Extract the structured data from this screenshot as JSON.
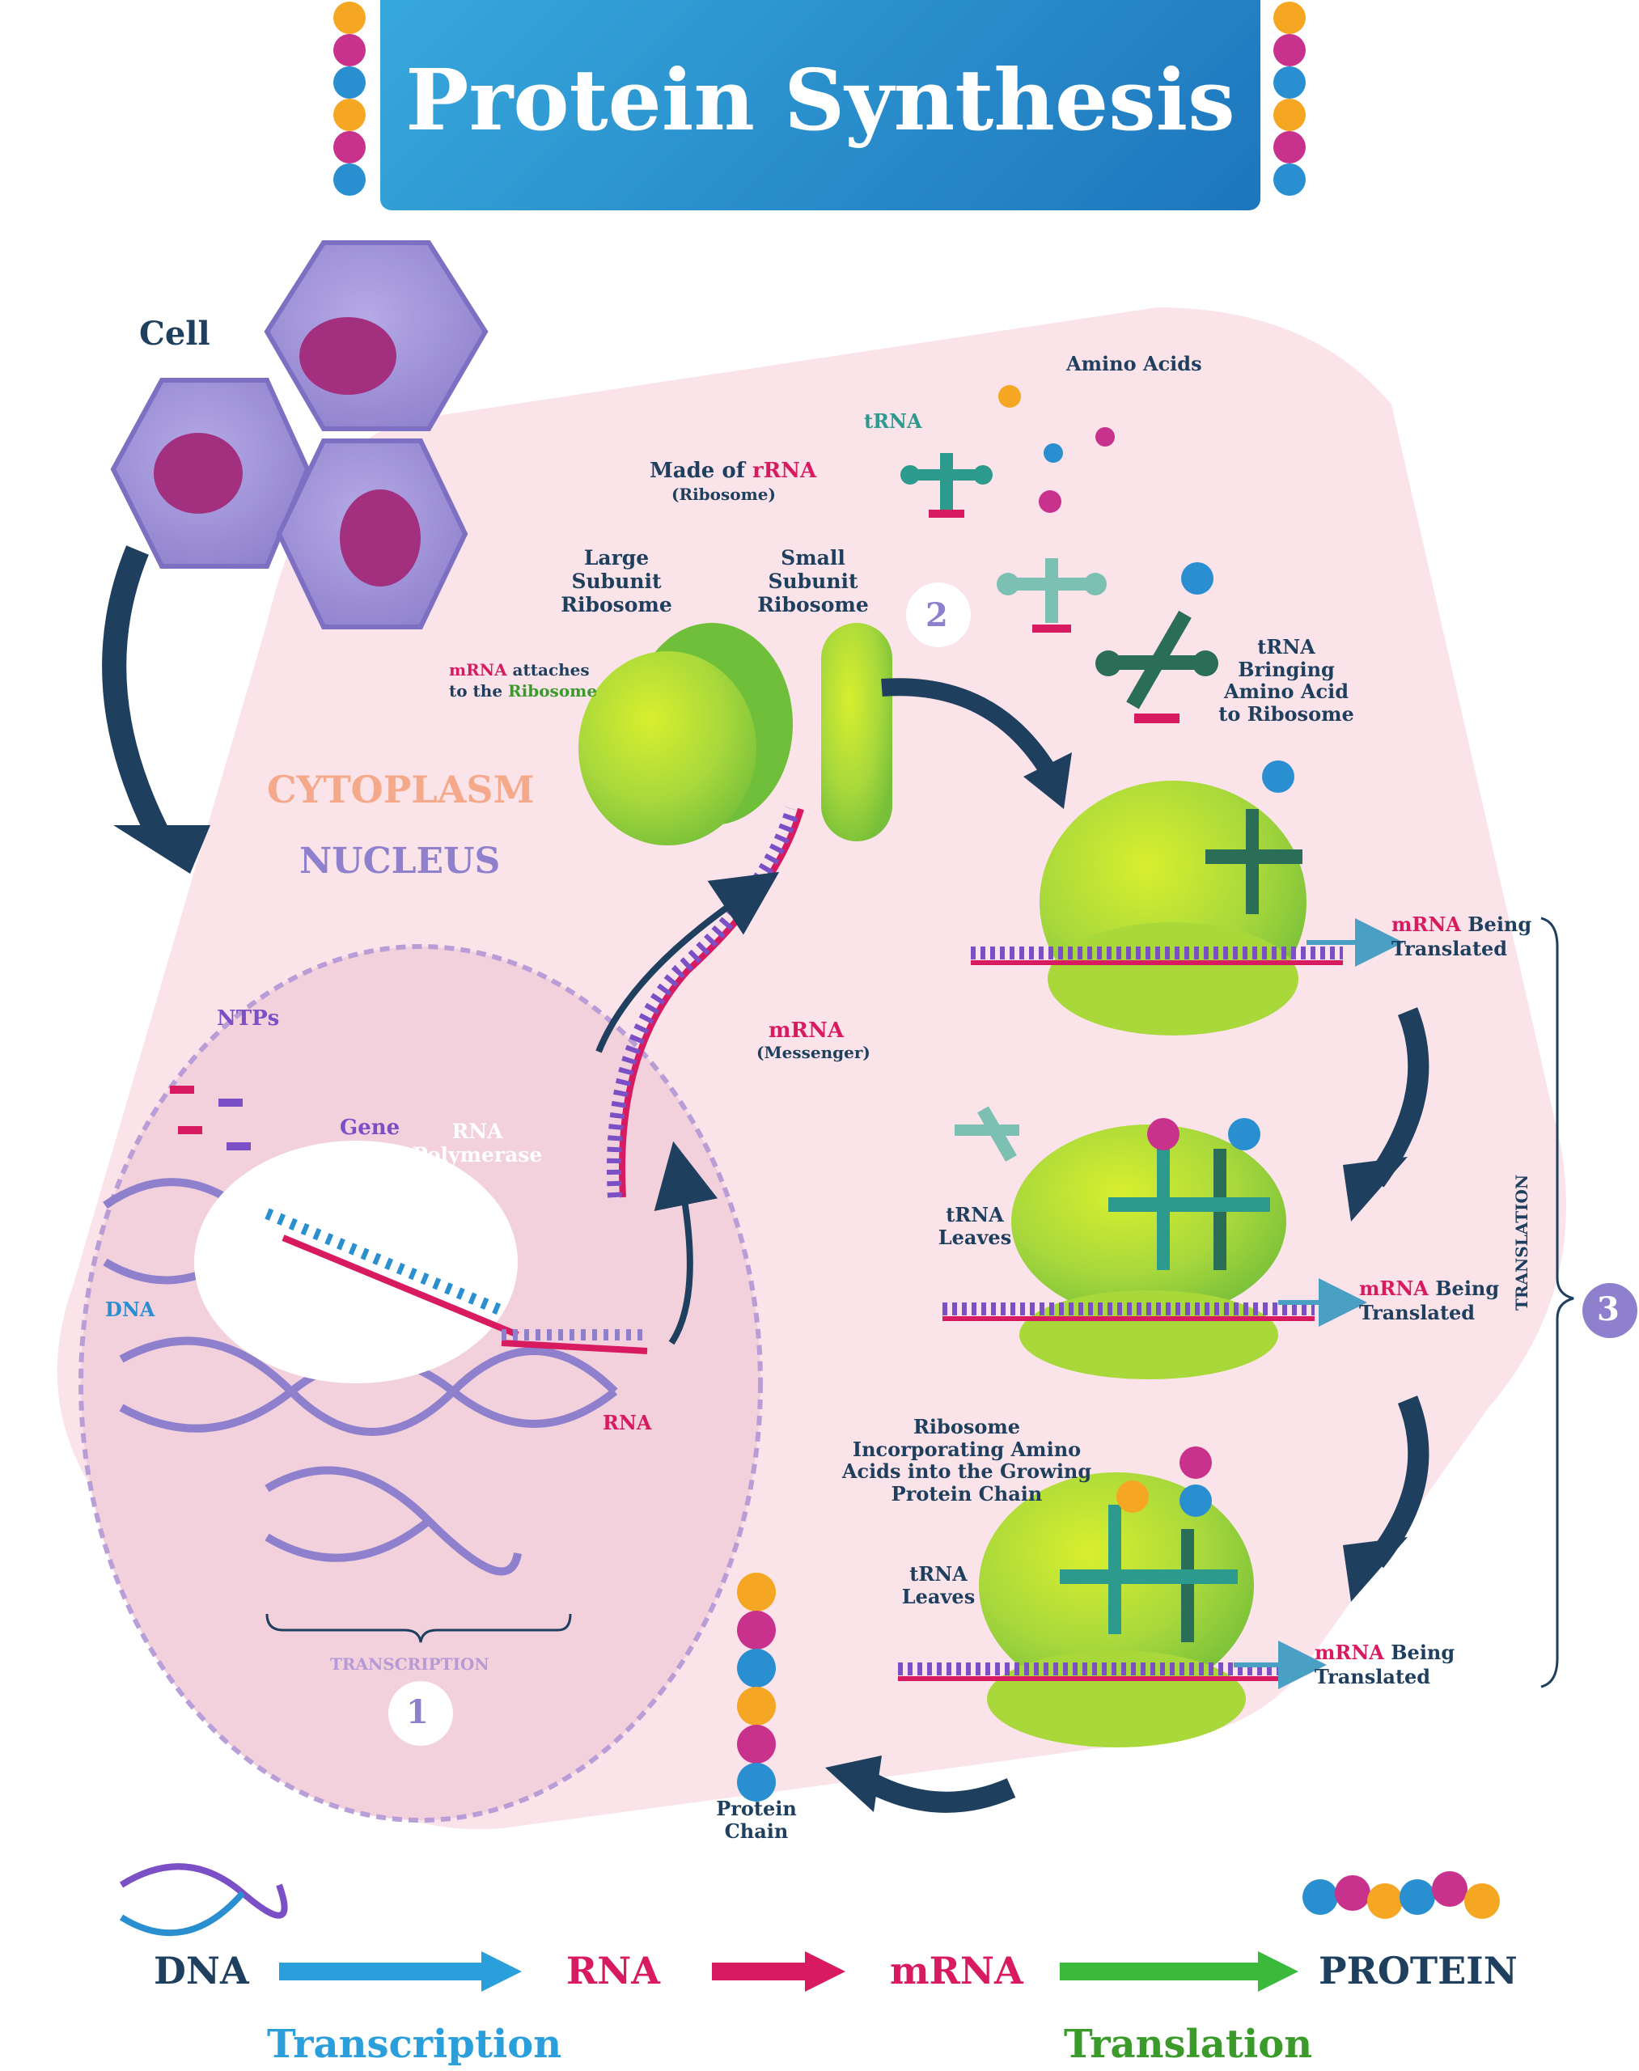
{
  "title": "Protein Synthesis",
  "labels": {
    "cell": "Cell",
    "cytoplasm": "CYTOPLASM",
    "nucleus": "NUCLEUS",
    "ntps": "NTPs",
    "gene": "Gene",
    "rna_polymerase": "RNA Polymerase",
    "dna": "DNA",
    "rna": "RNA",
    "mrna_word": "mRNA",
    "mrna_messenger": "(Messenger)",
    "made_of": "Made of ",
    "rrna": "rRNA",
    "ribosome_paren": "(Ribosome)",
    "large_subunit": "Large Subunit Ribosome",
    "small_subunit": "Small Subunit Ribosome",
    "mrna_attaches_1": " attaches",
    "mrna_attaches_2": "to the ",
    "ribosome_word": "Ribosome",
    "amino_acids": "Amino Acids",
    "trna": "tRNA",
    "trna_bringing": "tRNA Bringing Amino Acid to Ribosome",
    "being_translated_1": " Being",
    "being_translated_2": "Translated",
    "trna_leaves": "tRNA Leaves",
    "incorporating": "Ribosome Incorporating Amino Acids into the Growing Protein Chain",
    "protein_chain": "Protein Chain",
    "transcription_small": "TRANSCRIPTION",
    "translation_small": "TRANSLATION",
    "step1": "1",
    "step2": "2",
    "step3": "3"
  },
  "flow": {
    "dna": "DNA",
    "rna": "RNA",
    "mrna": "mRNA",
    "protein": "PROTEIN",
    "transcription": "Transcription",
    "translation": "Translation"
  },
  "colors": {
    "navy": "#1f3f5e",
    "magenta": "#d81b60",
    "rna_green": "#3a9a2a",
    "trna_teal": "#2d9a8e",
    "dna_blue": "#2a8fd0",
    "title_blue": "#2a8fd0",
    "cytoplasm_pink": "#fbe3ea",
    "ribosome_green": "#9fd43a",
    "cell_purple": "#9b8fd6"
  }
}
